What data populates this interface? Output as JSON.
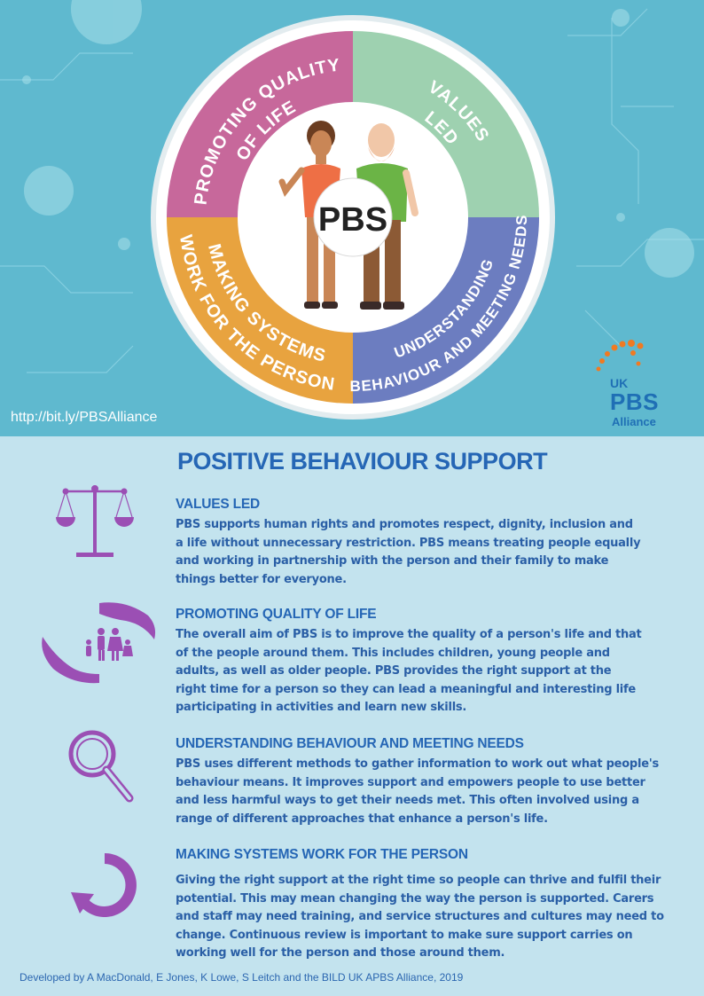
{
  "hero": {
    "wheel": {
      "center_label": "PBS",
      "segments": [
        {
          "label_line1": "PROMOTING QUALITY",
          "label_line2": "OF LIFE",
          "color": "#c7689b"
        },
        {
          "label_line1": "VALUES",
          "label_line2": "LED",
          "color": "#9ed1b0"
        },
        {
          "label_line1": "UNDERSTANDING",
          "label_line2": "BEHAVIOUR AND MEETING NEEDS",
          "color": "#6c7dc0"
        },
        {
          "label_line1": "MAKING SYSTEMS",
          "label_line2": "WORK FOR THE PERSON",
          "color": "#e8a33f"
        }
      ]
    },
    "url": "http://bit.ly/PBSAlliance",
    "brand": {
      "uk": "UK",
      "pbs": "PBS",
      "alliance": "Alliance"
    }
  },
  "title": "POSITIVE BEHAVIOUR SUPPORT",
  "sections": [
    {
      "icon": "scales-icon",
      "heading": "VALUES LED",
      "lines": [
        "PBS supports human rights and promotes respect, dignity, inclusion and",
        "a life without unnecessary restriction. PBS means treating people equally",
        "and working in partnership with the person and their family to make",
        "things better for everyone."
      ]
    },
    {
      "icon": "family-hands-icon",
      "heading": "PROMOTING QUALITY OF LIFE",
      "lines": [
        "The overall aim of PBS is to improve the quality of a person's life and that",
        "of the people around them. This includes children, young people and",
        "adults, as well as older people. PBS provides the right support at the",
        "right time for a person so they can lead a meaningful and interesting life",
        "participating in activities and learn new skills."
      ]
    },
    {
      "icon": "magnifier-icon",
      "heading": "UNDERSTANDING BEHAVIOUR AND MEETING NEEDS",
      "lines": [
        "PBS uses different methods to gather information to work out what people's",
        "behaviour means. It improves support and empowers people to use better",
        "and less harmful ways to get their needs met. This often involved using a",
        "range of different approaches that enhance a person's life."
      ]
    },
    {
      "icon": "cycle-arrow-icon",
      "heading": "MAKING SYSTEMS WORK FOR THE PERSON",
      "lines": [
        "Giving the right support at the right time so people can thrive and fulfil their",
        "potential. This may mean changing the way the person is supported. Carers",
        "and staff may need training, and service structures and cultures may need to",
        "change. Continuous review is important to make sure support carries on",
        "working well for the person and those around them."
      ]
    }
  ],
  "footer": "Developed by A MacDonald, E Jones, K Lowe, S Leitch and the BILD UK APBS Alliance, 2019",
  "colors": {
    "purple": "#9b4fb4",
    "heading_blue": "#2566b5",
    "body_blue": "#2a5fa6",
    "lower_bg": "#c3e3ee",
    "hero_bg": "#5fb9cf"
  }
}
